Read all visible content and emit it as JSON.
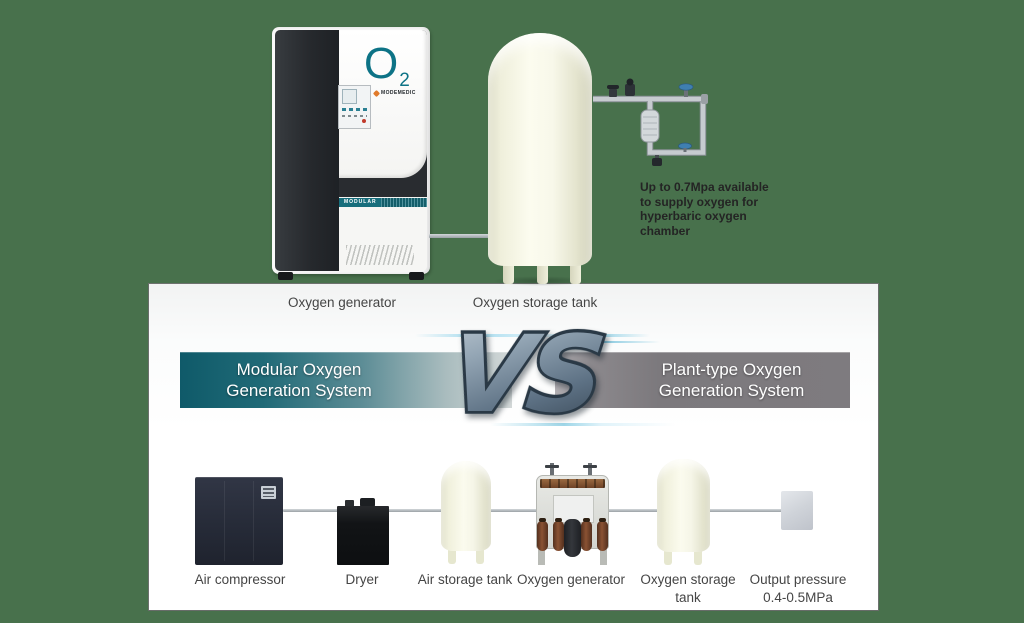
{
  "colors": {
    "background": "#48714c",
    "teal_accent": "#0f5a69",
    "gray_banner": "#7c797d",
    "o2_teal": "#0d7386",
    "tank_cream": "#f8f8e6",
    "pipe_gray": "#a7adb1"
  },
  "top": {
    "generator_label": "Oxygen generator",
    "tank_label": "Oxygen storage tank",
    "o2_symbol": "O",
    "o2_subscript": "2",
    "brand_text": "MODEMEDIC",
    "modular_band": "MODULAR",
    "note": "Up to 0.7Mpa available\nto supply oxygen for\nhyperbaric oxygen\nchamber"
  },
  "banner": {
    "left_title": "Modular Oxygen\nGeneration System",
    "vs": "VS",
    "right_title": "Plant-type Oxygen\nGeneration System"
  },
  "bottom": {
    "labels": [
      "Air compressor",
      "Dryer",
      "Air storage tank",
      "Oxygen generator",
      "Oxygen storage\ntank",
      "Output pressure\n0.4-0.5MPa"
    ]
  }
}
